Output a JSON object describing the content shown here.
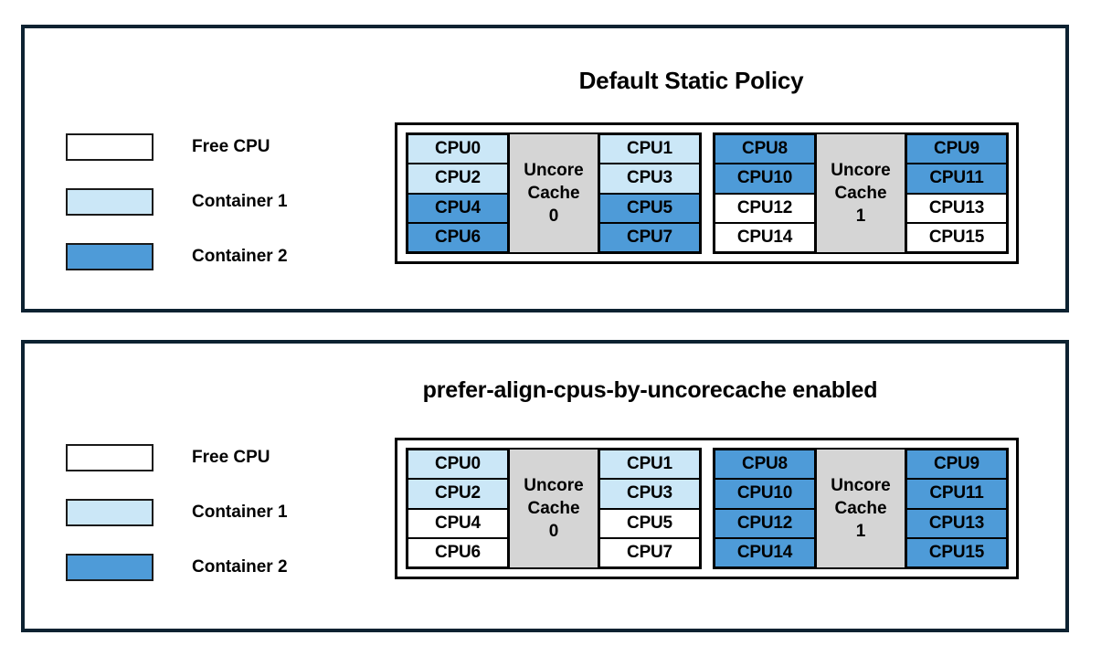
{
  "legend": {
    "items": [
      {
        "label": "Free CPU",
        "color": "#ffffff",
        "kind": "free"
      },
      {
        "label": "Container 1",
        "color": "#cbe7f7",
        "kind": "c1"
      },
      {
        "label": "Container 2",
        "color": "#4e9bd8",
        "kind": "c2"
      }
    ]
  },
  "panels": [
    {
      "id": "top",
      "title": "Default Static Policy",
      "caches": [
        {
          "uncore_line1": "Uncore",
          "uncore_line2": "Cache",
          "uncore_line3": "0",
          "left_column": [
            {
              "label": "CPU0",
              "state": "c1"
            },
            {
              "label": "CPU2",
              "state": "c1"
            },
            {
              "label": "CPU4",
              "state": "c2"
            },
            {
              "label": "CPU6",
              "state": "c2"
            }
          ],
          "right_column": [
            {
              "label": "CPU1",
              "state": "c1"
            },
            {
              "label": "CPU3",
              "state": "c1"
            },
            {
              "label": "CPU5",
              "state": "c2"
            },
            {
              "label": "CPU7",
              "state": "c2"
            }
          ]
        },
        {
          "uncore_line1": "Uncore",
          "uncore_line2": "Cache",
          "uncore_line3": "1",
          "left_column": [
            {
              "label": "CPU8",
              "state": "c2"
            },
            {
              "label": "CPU10",
              "state": "c2"
            },
            {
              "label": "CPU12",
              "state": "free"
            },
            {
              "label": "CPU14",
              "state": "free"
            }
          ],
          "right_column": [
            {
              "label": "CPU9",
              "state": "c2"
            },
            {
              "label": "CPU11",
              "state": "c2"
            },
            {
              "label": "CPU13",
              "state": "free"
            },
            {
              "label": "CPU15",
              "state": "free"
            }
          ]
        }
      ]
    },
    {
      "id": "bottom",
      "title": "prefer-align-cpus-by-uncorecache enabled",
      "caches": [
        {
          "uncore_line1": "Uncore",
          "uncore_line2": "Cache",
          "uncore_line3": "0",
          "left_column": [
            {
              "label": "CPU0",
              "state": "c1"
            },
            {
              "label": "CPU2",
              "state": "c1"
            },
            {
              "label": "CPU4",
              "state": "free"
            },
            {
              "label": "CPU6",
              "state": "free"
            }
          ],
          "right_column": [
            {
              "label": "CPU1",
              "state": "c1"
            },
            {
              "label": "CPU3",
              "state": "c1"
            },
            {
              "label": "CPU5",
              "state": "free"
            },
            {
              "label": "CPU7",
              "state": "free"
            }
          ]
        },
        {
          "uncore_line1": "Uncore",
          "uncore_line2": "Cache",
          "uncore_line3": "1",
          "left_column": [
            {
              "label": "CPU8",
              "state": "c2"
            },
            {
              "label": "CPU10",
              "state": "c2"
            },
            {
              "label": "CPU12",
              "state": "c2"
            },
            {
              "label": "CPU14",
              "state": "c2"
            }
          ],
          "right_column": [
            {
              "label": "CPU9",
              "state": "c2"
            },
            {
              "label": "CPU11",
              "state": "c2"
            },
            {
              "label": "CPU13",
              "state": "c2"
            },
            {
              "label": "CPU15",
              "state": "c2"
            }
          ]
        }
      ]
    }
  ]
}
